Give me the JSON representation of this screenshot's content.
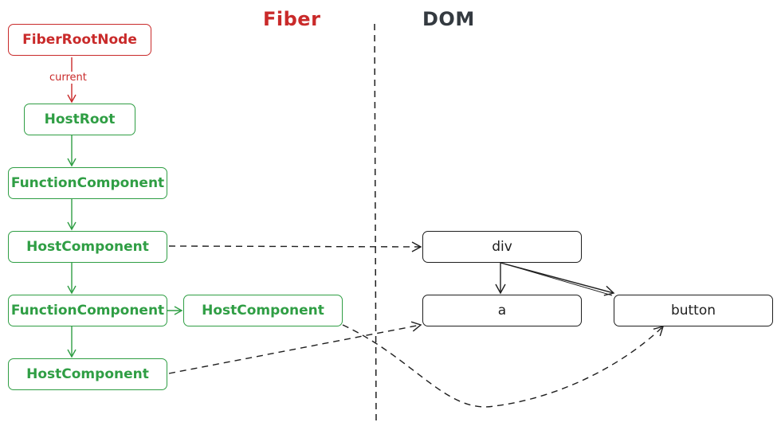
{
  "headings": {
    "fiber": "Fiber",
    "dom": "DOM"
  },
  "colors": {
    "fiber_root": "#c92a2a",
    "fiber_node": "#2f9e44",
    "dom_node": "#1e1e1e",
    "divider": "#1e1e1e"
  },
  "fiber": {
    "root": "FiberRootNode",
    "edge_label": "current",
    "host_root": "HostRoot",
    "function_component_1": "FunctionComponent",
    "host_component_1": "HostComponent",
    "function_component_2": "FunctionComponent",
    "host_component_sibling": "HostComponent",
    "host_component_2": "HostComponent"
  },
  "dom": {
    "div": "div",
    "a": "a",
    "button": "button"
  }
}
